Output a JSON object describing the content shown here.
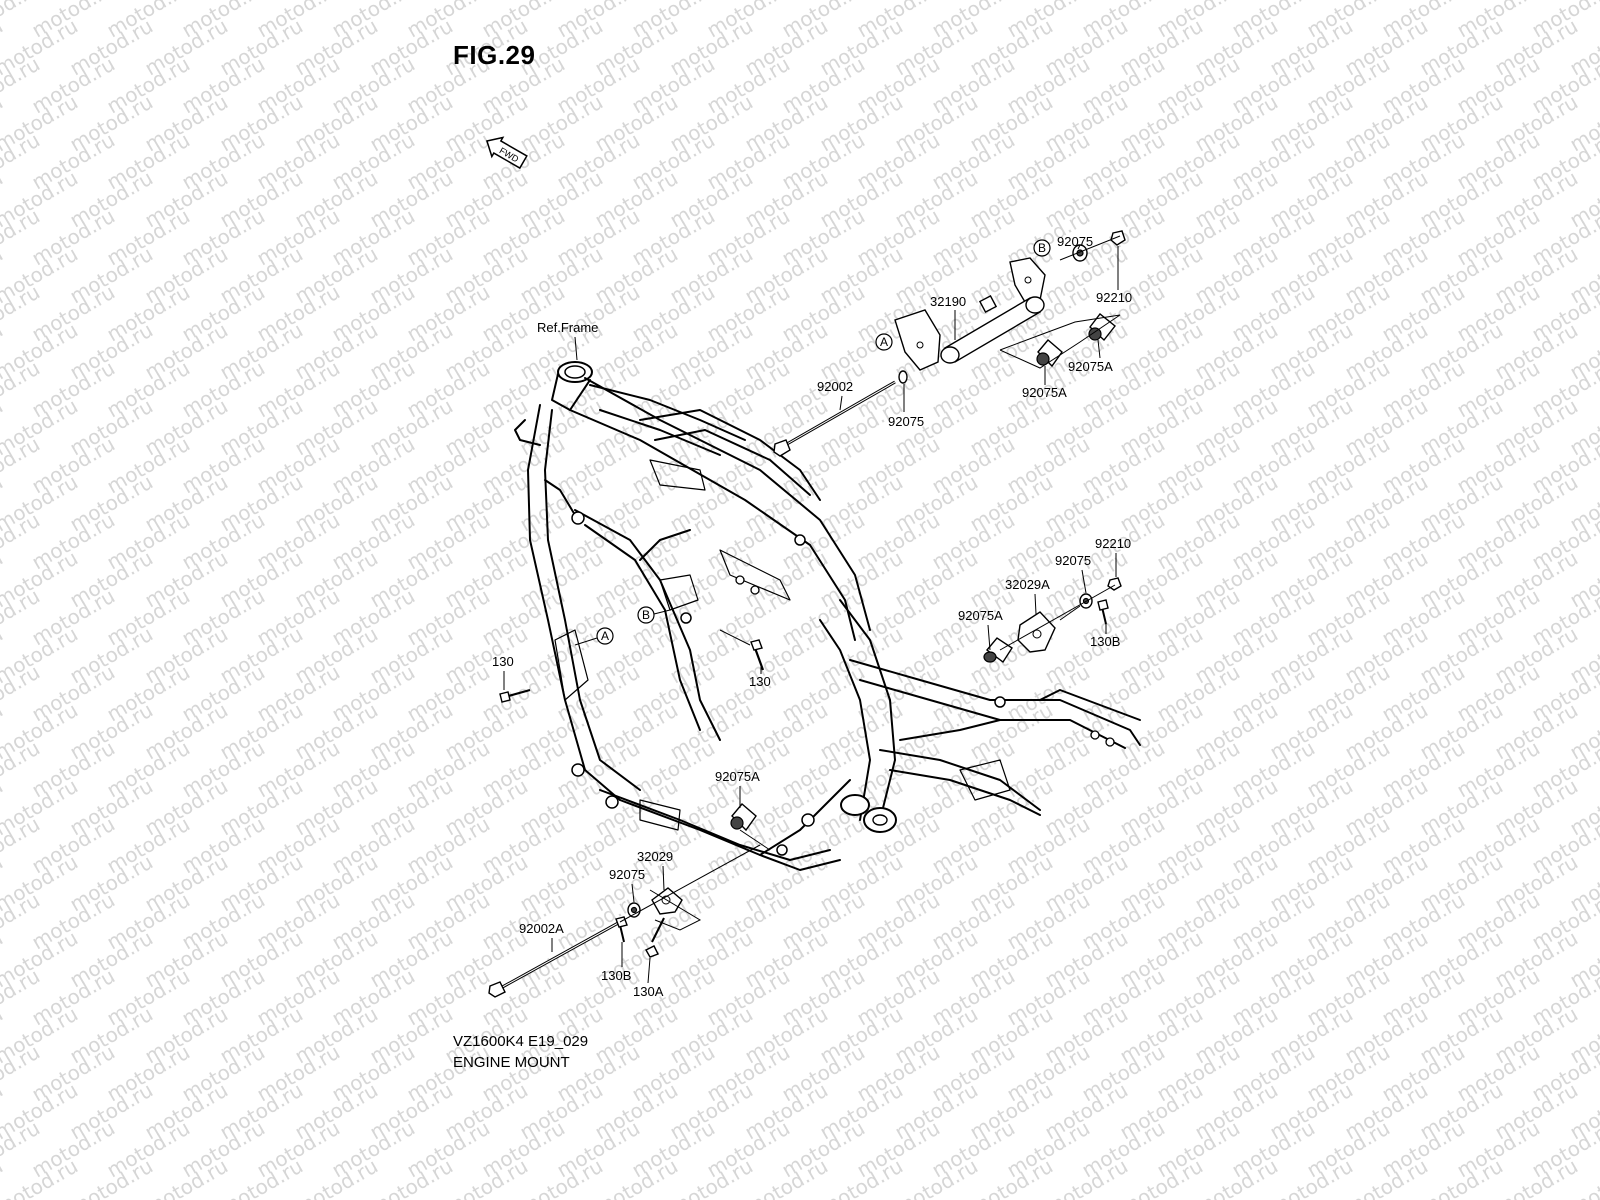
{
  "figure": {
    "title": "FIG.29"
  },
  "direction_badge": {
    "text": "FWD"
  },
  "watermark": {
    "text": "motod.ru"
  },
  "reference": {
    "label": "Ref.Frame"
  },
  "callouts": {
    "a": "A",
    "b": "B"
  },
  "parts": {
    "p92075_top": "92075",
    "p92210_top": "92210",
    "p32190": "32190",
    "p92075A_r1": "92075A",
    "p92075A_r2": "92075A",
    "p92002": "92002",
    "p92075_mid": "92075",
    "p92210_right": "92210",
    "p92075_right": "92075",
    "p32029A": "32029A",
    "p92075A_right": "92075A",
    "p130B_right": "130B",
    "p130_left": "130",
    "p130_mid": "130",
    "p92075A_bottom": "92075A",
    "p32029": "32029",
    "p92075_bottom": "92075",
    "p92002A": "92002A",
    "p130B_bottom": "130B",
    "p130A": "130A"
  },
  "footer": {
    "code": "VZ1600K4 E19_029",
    "name": "ENGINE MOUNT"
  }
}
